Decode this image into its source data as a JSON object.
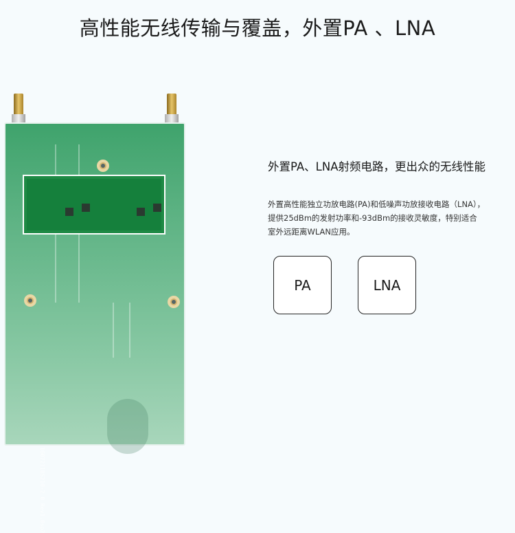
{
  "title": "高性能无线传输与覆盖，外置PA 、LNA",
  "board_label": "1607211BS210-2.0 Rev1.0sp2",
  "subtitle": "外置PA、LNA射频电路，更出众的无线性能",
  "description": [
    "外置高性能独立功放电路(PA)和低噪声功放接收电路（LNA），",
    "提供25dBm的发射功率和-93dBm的接收灵敏度，特别适合",
    "室外远距离WLAN应用。"
  ],
  "features": [
    {
      "label": "PA"
    },
    {
      "label": "LNA"
    }
  ]
}
